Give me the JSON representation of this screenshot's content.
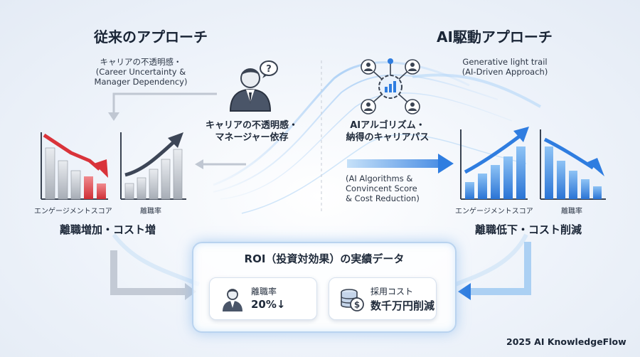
{
  "left": {
    "title": "従来のアプローチ",
    "note_line1": "キャリアの不透明感・",
    "note_line2": "(Career Uncertainty &",
    "note_line3": "Manager Dependency)",
    "person_label_line1": "キャリアの不透明感・",
    "person_label_line2": "マネージャー依存",
    "chart1_caption": "エンゲージメントスコア",
    "chart2_caption": "離職率",
    "result": "離職増加・コスト増"
  },
  "right": {
    "title": "AI駆動アプローチ",
    "note_line1": "Generative light trail",
    "note_line2": "(AI-Driven Approach)",
    "network_label_line1": "AIアルゴリズム・",
    "network_label_line2": "納得のキャリアパス",
    "algo_line1": "(AI Algorithms &",
    "algo_line2": "Convincent Score",
    "algo_line3": "& Cost Reduction)",
    "chart1_caption": "エンゲージメントスコア",
    "chart2_caption": "離職率",
    "result": "離職低下・コスト削減"
  },
  "roi": {
    "title": "ROI（投資対効果）の実績データ",
    "card1_label": "離職率",
    "card1_value": "20%↓",
    "card2_label": "採用コスト",
    "card2_value": "数千万円削減"
  },
  "footer": "2025 AI KnowledgeFlow",
  "colors": {
    "red_accent": "#d9333a",
    "blue_accent": "#2f7de0",
    "gray_bar": "#b9bec6",
    "dark_text": "#1a2536"
  },
  "icons": [
    "businessman-icon",
    "question-bubble-icon",
    "ai-network-icon",
    "gear-icon",
    "user-badge-icon",
    "coin-stack-icon"
  ]
}
